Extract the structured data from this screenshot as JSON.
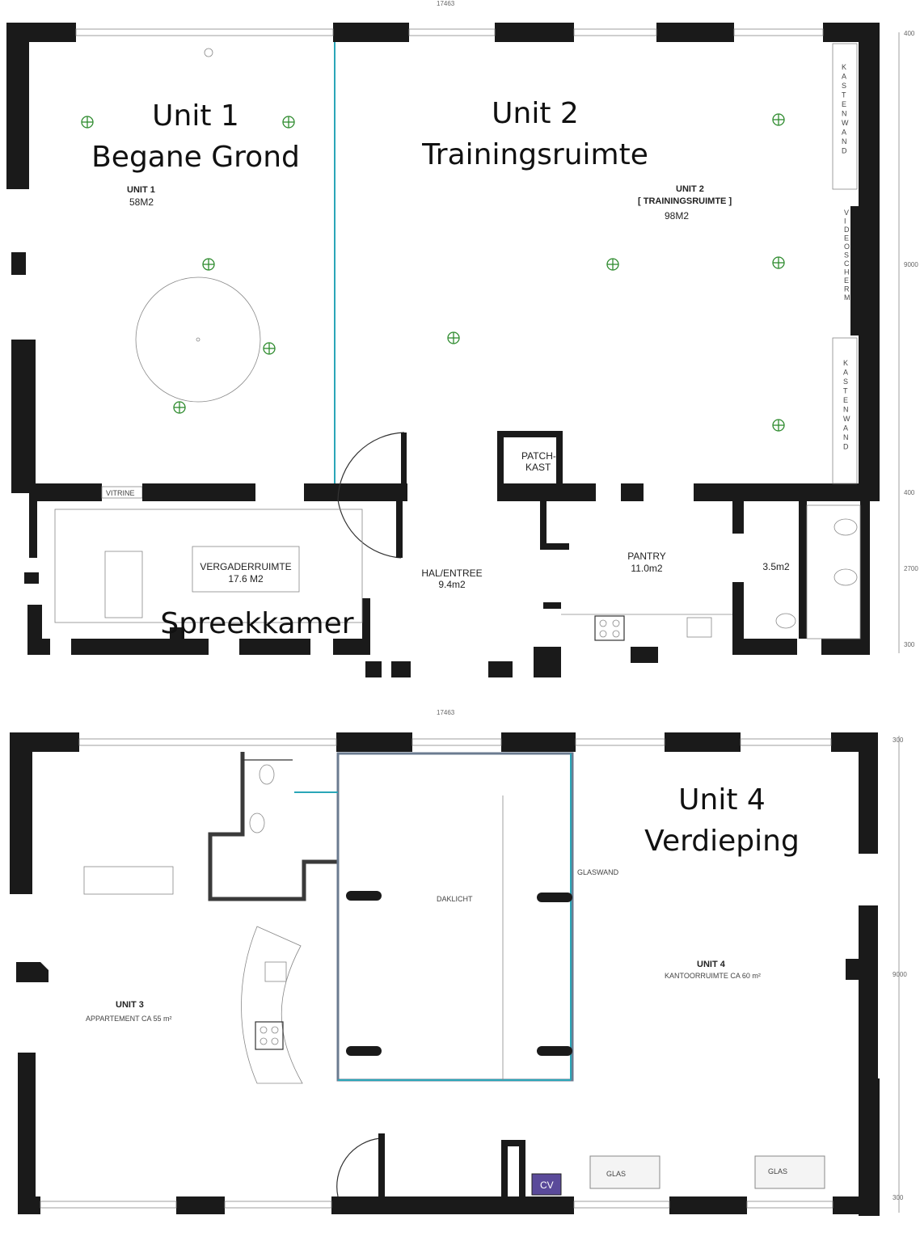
{
  "ground": {
    "overlay_unit1": [
      "Unit 1",
      "Begane Grond"
    ],
    "overlay_unit2": [
      "Unit 2",
      "Trainingsruimte"
    ],
    "overlay_spreekkamer": "Spreekkamer",
    "unit1_label": "UNIT 1",
    "unit1_area": "58M2",
    "unit2_label": "UNIT 2",
    "unit2_sub": "[ TRAININGSRUIMTE ]",
    "unit2_area": "98M2",
    "kastenwand": "KASTENWAND",
    "videoscherm": "VIDEOSCHERM",
    "vitrine": "VITRINE",
    "patch_1": "PATCH-",
    "patch_2": "KAST",
    "vergader_label": "VERGADERRUIMTE",
    "vergader_area": "17.6 M2",
    "hal_label": "HAL/ENTREE",
    "hal_area": "9.4m2",
    "pantry_label": "PANTRY",
    "pantry_area": "11.0m2",
    "wc_area": "3.5m2",
    "dim_top": "17463",
    "dim_right_1": "400",
    "dim_right_2": "9000",
    "dim_right_3": "400",
    "dim_right_4": "2700",
    "dim_right_5": "300"
  },
  "upper": {
    "overlay_unit4": [
      "Unit 4",
      "Verdieping"
    ],
    "daklicht": "DAKLICHT",
    "glaswand": "GLASWAND",
    "unit3_label": "UNIT 3",
    "unit3_sub": "APPARTEMENT CA 55 m²",
    "unit4_label": "UNIT 4",
    "unit4_sub": "KANTOORRUIMTE CA 60 m²",
    "glas_1": "GLAS",
    "glas_2": "GLAS",
    "cv": "CV",
    "dim_top": "17463",
    "dim_right_1": "300",
    "dim_right_2": "9000",
    "dim_right_3": "300"
  },
  "colors": {
    "wall": "#1a1a1a",
    "lamp": "#2e8b2e",
    "glass": "#2aa6b8",
    "cv_box": "#5a4a9a"
  }
}
